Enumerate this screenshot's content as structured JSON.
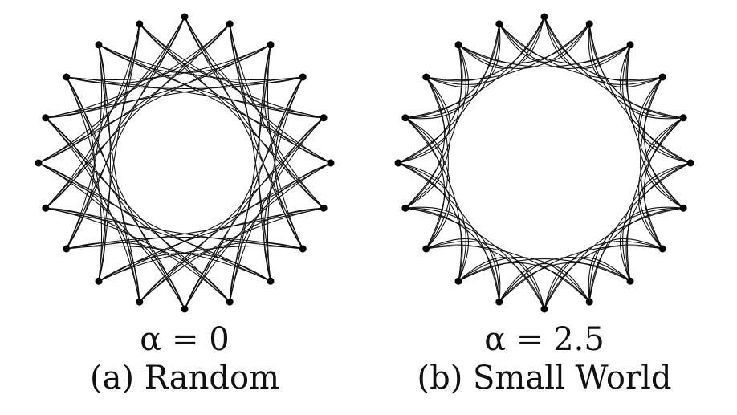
{
  "panels": [
    {
      "id": "random",
      "alpha_text": "α = 0",
      "caption": "(a) Random",
      "node_count": 20
    },
    {
      "id": "small-world",
      "alpha_text": "α = 2.5",
      "caption": "(b) Small World",
      "node_count": 20
    }
  ],
  "colors": {
    "edge": "#111111",
    "node": "#000000"
  }
}
